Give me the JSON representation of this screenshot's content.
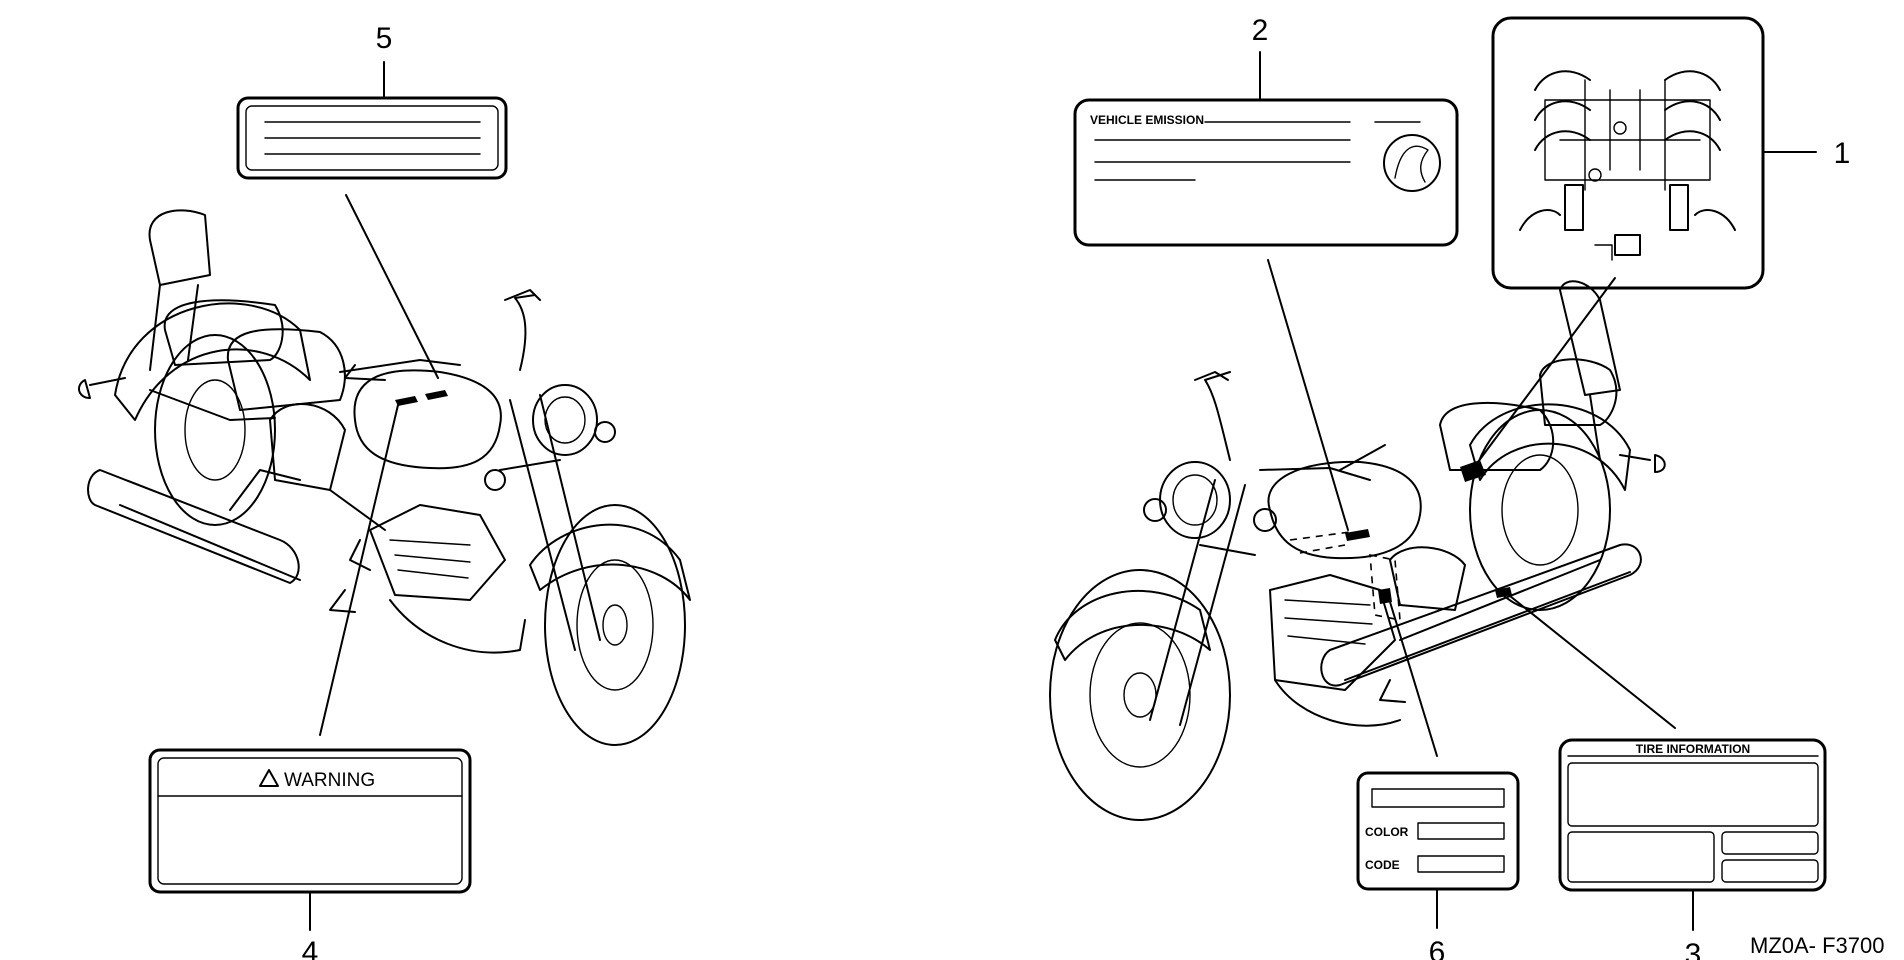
{
  "callouts": {
    "n1": "1",
    "n2": "2",
    "n3": "3",
    "n4": "4",
    "n5": "5",
    "n6": "6"
  },
  "labels": {
    "warning": "WARNING",
    "vehicle_emission": "VEHICLE EMISSION",
    "tire_information": "TIRE INFORMATION",
    "color": "COLOR",
    "code": "CODE"
  },
  "figure_code": "MZ0A- F3700"
}
